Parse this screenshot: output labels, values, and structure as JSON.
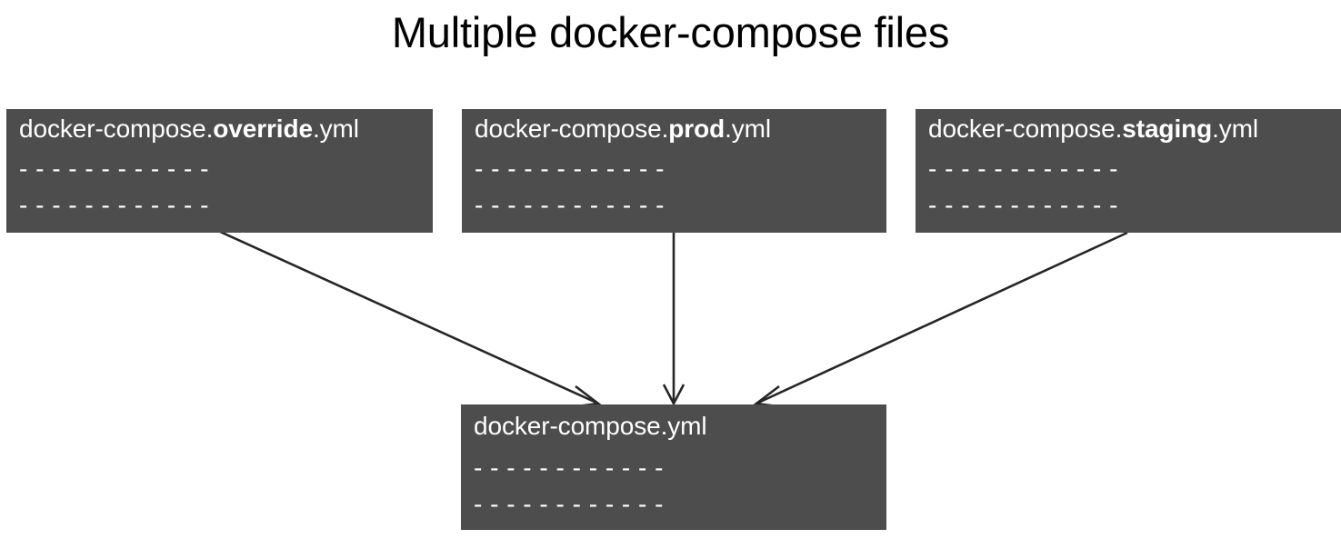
{
  "title": "Multiple docker-compose files",
  "colors": {
    "box_background": "#4d4d4d",
    "box_text": "#ffffff",
    "page_background": "#ffffff",
    "arrow": "#262626",
    "title_text": "#000000"
  },
  "boxes": [
    {
      "id": "override",
      "prefix": "docker-compose.",
      "emphasis": "override",
      "suffix": ".yml",
      "full_name": "docker-compose.override.yml",
      "line1": "- - - - - - - - - - - -",
      "line2": "- - - - - - - - - - - -"
    },
    {
      "id": "prod",
      "prefix": "docker-compose.",
      "emphasis": "prod",
      "suffix": ".yml",
      "full_name": "docker-compose.prod.yml",
      "line1": "- - - - - - - - - - - -",
      "line2": "- - - - - - - - - - - -"
    },
    {
      "id": "staging",
      "prefix": "docker-compose.",
      "emphasis": "staging",
      "suffix": ".yml",
      "full_name": "docker-compose.staging.yml",
      "line1": "- - - - - - - - - - - -",
      "line2": "- - - - - - - - - - - -"
    },
    {
      "id": "base",
      "prefix": "docker-compose.yml",
      "emphasis": "",
      "suffix": "",
      "full_name": "docker-compose.yml",
      "line1": "- - - - - - - - - - - -",
      "line2": "- - - - - - - - - - - -"
    }
  ],
  "arrows": [
    {
      "id": "override-to-base",
      "from": "override",
      "to": "base"
    },
    {
      "id": "prod-to-base",
      "from": "prod",
      "to": "base"
    },
    {
      "id": "staging-to-base",
      "from": "staging",
      "to": "base"
    }
  ]
}
